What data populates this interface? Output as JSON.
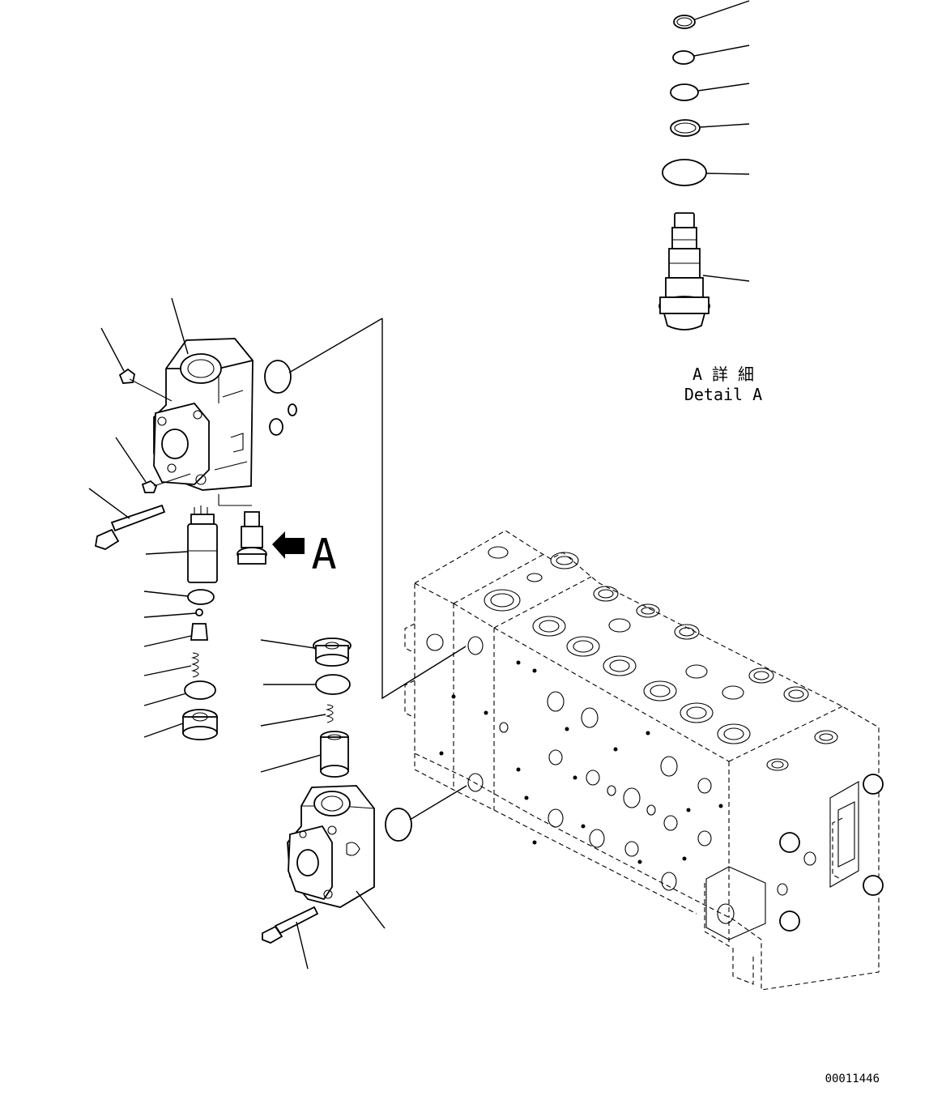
{
  "diagram": {
    "view_label": "A",
    "detail": {
      "title_jp": "A 詳 細",
      "title_en": "Detail A"
    },
    "drawing_number": "00011446"
  }
}
